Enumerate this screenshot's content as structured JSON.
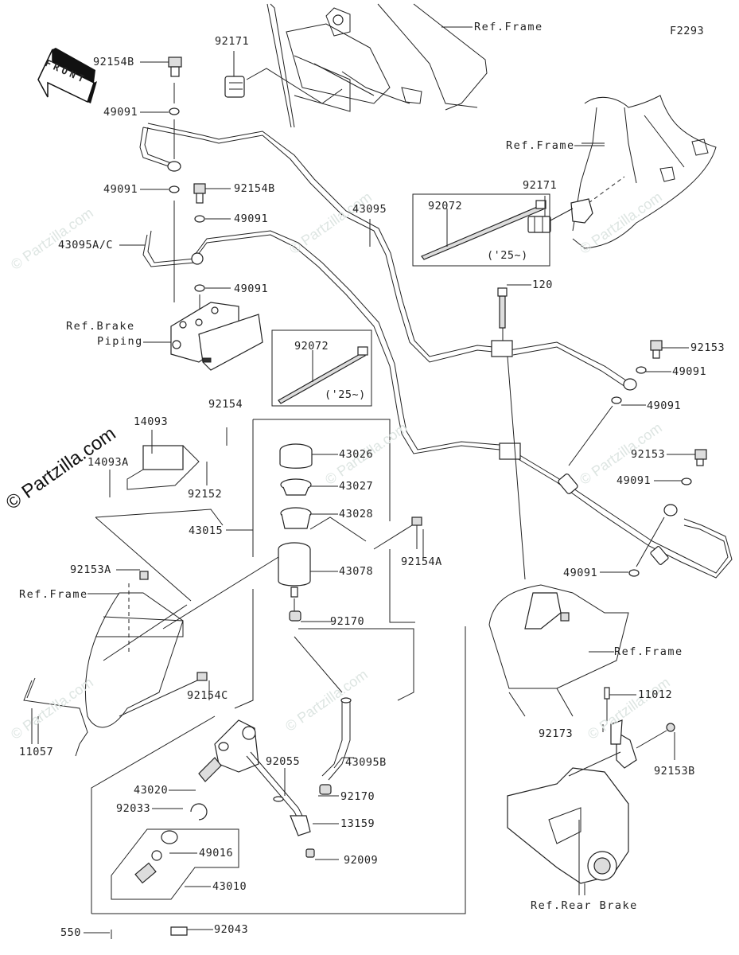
{
  "diagram": {
    "figure_id": "F2293",
    "front_arrow_label": "FRONT",
    "watermarks": {
      "primary": "© Partzilla.com",
      "faint": "© Partzilla.com"
    },
    "references": {
      "frame_top": "Ref.Frame",
      "frame_right": "Ref.Frame",
      "frame_left": "Ref.Frame",
      "frame_lower_right": "Ref.Frame",
      "brake_piping_line1": "Ref.Brake",
      "brake_piping_line2": "Piping",
      "rear_brake": "Ref.Rear Brake"
    },
    "parts": [
      {
        "id": "p-92154B-top",
        "number": "92154B"
      },
      {
        "id": "p-49091-a",
        "number": "49091"
      },
      {
        "id": "p-92171-left",
        "number": "92171"
      },
      {
        "id": "p-49091-b",
        "number": "49091"
      },
      {
        "id": "p-92154B-mid",
        "number": "92154B"
      },
      {
        "id": "p-49091-c",
        "number": "49091"
      },
      {
        "id": "p-43095AC",
        "number": "43095A/C"
      },
      {
        "id": "p-49091-d",
        "number": "49091"
      },
      {
        "id": "p-43095",
        "number": "43095"
      },
      {
        "id": "p-92072-right",
        "number": "92072"
      },
      {
        "id": "p-92072-right-year",
        "number": "('25~)"
      },
      {
        "id": "p-92171-right",
        "number": "92171"
      },
      {
        "id": "p-120",
        "number": "120"
      },
      {
        "id": "p-92072-left",
        "number": "92072"
      },
      {
        "id": "p-92072-left-year",
        "number": "('25~)"
      },
      {
        "id": "p-92153-a",
        "number": "92153"
      },
      {
        "id": "p-49091-e",
        "number": "49091"
      },
      {
        "id": "p-49091-f",
        "number": "49091"
      },
      {
        "id": "p-92154",
        "number": "92154"
      },
      {
        "id": "p-14093",
        "number": "14093"
      },
      {
        "id": "p-14093A",
        "number": "14093A"
      },
      {
        "id": "p-92152",
        "number": "92152"
      },
      {
        "id": "p-43026",
        "number": "43026"
      },
      {
        "id": "p-43027",
        "number": "43027"
      },
      {
        "id": "p-43028",
        "number": "43028"
      },
      {
        "id": "p-43015",
        "number": "43015"
      },
      {
        "id": "p-92153-b",
        "number": "92153"
      },
      {
        "id": "p-49091-g",
        "number": "49091"
      },
      {
        "id": "p-43078",
        "number": "43078"
      },
      {
        "id": "p-92154A",
        "number": "92154A"
      },
      {
        "id": "p-92153A",
        "number": "92153A"
      },
      {
        "id": "p-49091-h",
        "number": "49091"
      },
      {
        "id": "p-92170-top",
        "number": "92170"
      },
      {
        "id": "p-92154C",
        "number": "92154C"
      },
      {
        "id": "p-11012",
        "number": "11012"
      },
      {
        "id": "p-11057",
        "number": "11057"
      },
      {
        "id": "p-92173",
        "number": "92173"
      },
      {
        "id": "p-92153B",
        "number": "92153B"
      },
      {
        "id": "p-92055",
        "number": "92055"
      },
      {
        "id": "p-43095B",
        "number": "43095B"
      },
      {
        "id": "p-43020",
        "number": "43020"
      },
      {
        "id": "p-92170-bottom",
        "number": "92170"
      },
      {
        "id": "p-92033",
        "number": "92033"
      },
      {
        "id": "p-13159",
        "number": "13159"
      },
      {
        "id": "p-49016",
        "number": "49016"
      },
      {
        "id": "p-92009",
        "number": "92009"
      },
      {
        "id": "p-43010",
        "number": "43010"
      },
      {
        "id": "p-550",
        "number": "550"
      },
      {
        "id": "p-92043",
        "number": "92043"
      }
    ]
  }
}
